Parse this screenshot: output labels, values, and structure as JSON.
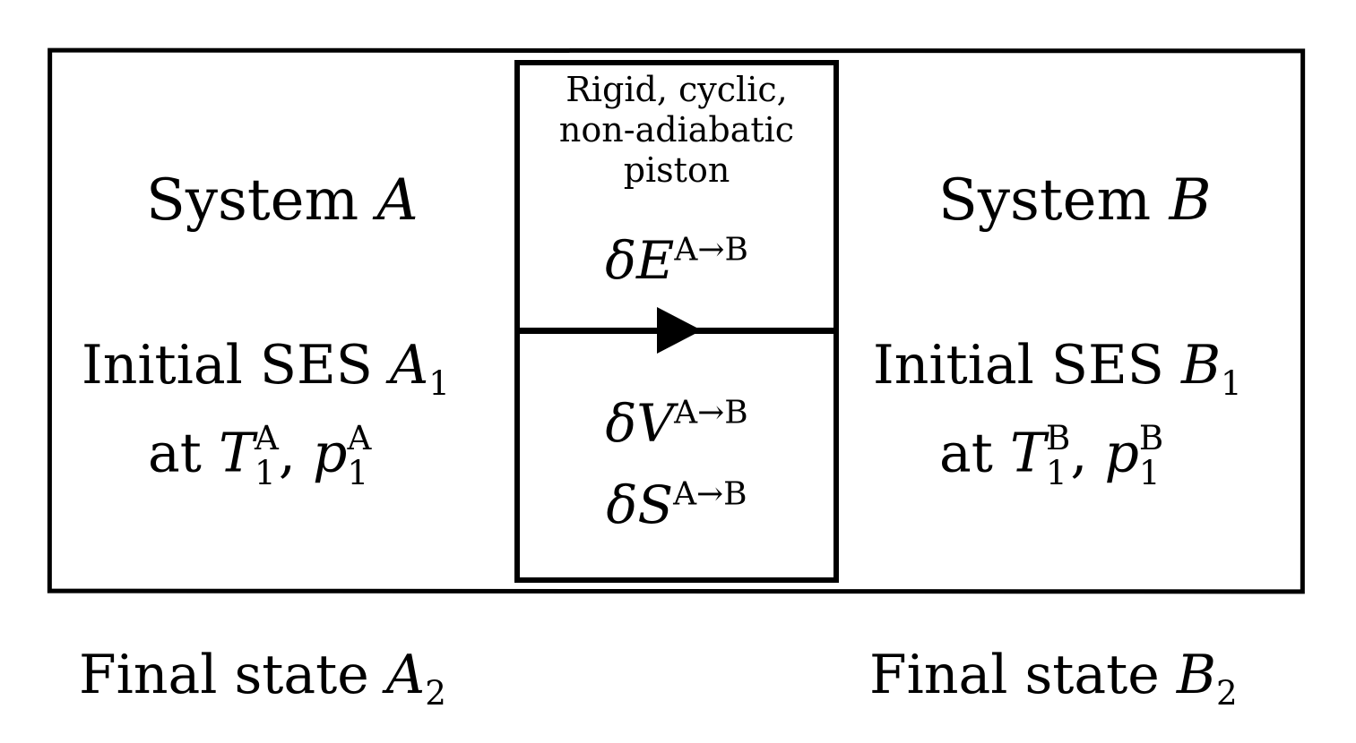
{
  "system_a": {
    "title_prefix": "System",
    "title_var": "A",
    "initial_prefix": "Initial SES",
    "initial_var": "A",
    "initial_sub": "1",
    "at_label": "at",
    "temp_var": "T",
    "temp_sub": "1",
    "temp_sup": "A",
    "pressure_var": "p",
    "pressure_sub": "1",
    "pressure_sup": "A",
    "final_prefix": "Final state",
    "final_var": "A",
    "final_sub": "2"
  },
  "system_b": {
    "title_prefix": "System",
    "title_var": "B",
    "initial_prefix": "Initial SES",
    "initial_var": "B",
    "initial_sub": "1",
    "at_label": "at",
    "temp_var": "T",
    "temp_sub": "1",
    "temp_sup": "B",
    "pressure_var": "p",
    "pressure_sub": "1",
    "pressure_sup": "B",
    "final_prefix": "Final state",
    "final_var": "B",
    "final_sub": "2"
  },
  "piston": {
    "line1": "Rigid, cyclic,",
    "line2": "non-adiabatic",
    "line3": "piston",
    "energy_symbol": "δE",
    "volume_symbol": "δV",
    "entropy_symbol": "δS",
    "transfer_sup": "A→B"
  },
  "separator": ","
}
